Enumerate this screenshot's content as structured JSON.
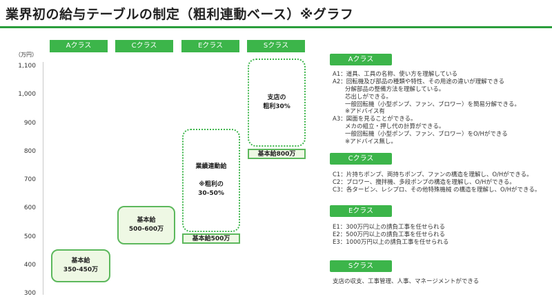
{
  "title": "業界初の給与テーブルの制定（粗利連動ベース）※グラフ",
  "unit": "（万円）",
  "y_ticks": [
    "1,100",
    "1,000",
    "900",
    "800",
    "700",
    "600",
    "500",
    "400",
    "300"
  ],
  "class_tabs": [
    "Aクラス",
    "Cクラス",
    "Eクラス",
    "Sクラス"
  ],
  "boxes": {
    "a_line1": "基本給",
    "a_line2": "350-450万",
    "c_line1": "基本給",
    "c_line2": "500-600万",
    "e_dotted_line1": "業績連動給",
    "e_dotted_line2": "※粗利の",
    "e_dotted_line3": "30-50%",
    "e_base": "基本給500万",
    "s_dotted_line1": "支店の",
    "s_dotted_line2": "粗利30%",
    "s_base": "基本給800万"
  },
  "right_panel": {
    "a_tab": "Aクラス",
    "a_lines": [
      "A1：道具、工具の名称、使い方を理解している",
      "A2：回転機及び部品の種類や特性、その用途の違いが理解できる",
      "分解部品の整備方法を理解している。",
      "芯出しができる。",
      "一般回転機（小型ポンプ、ファン、ブロワー）を簡易分解できる。",
      "※アドバイス有",
      "A3：図面を見ることができる。",
      "メカの組立・押し代の計算ができる。",
      "一般回転機（小型ポンプ、ファン、ブロワー）をO/Hができる",
      "※アドバイス無し。"
    ],
    "c_tab": "Cクラス",
    "c_lines": [
      "C1：片持ちポンプ、両持ちポンプ、ファンの構造を理解し、O/Hができる。",
      "C2：ブロワー、攪拌機、多段ポンプの構造を理解し、O/Hができる。",
      "C3：各タービン、レシプロ、その他特殊機械 の構造を理解し、O/Hができる。"
    ],
    "e_tab": "Eクラス",
    "e_lines": [
      "E1：300万円以上の請負工事を任せられる",
      "E2：500万円以上の請負工事を任せられる",
      "E3：1000万円以上の請負工事を任せられる"
    ],
    "s_tab": "Sクラス",
    "s_lines": [
      "支店の収支、工事管理、人事、マネージメントができる"
    ]
  },
  "colors": {
    "accent": "#3cb54a",
    "light_fill": "#eef8e4",
    "rule": "#2a9d3c"
  }
}
